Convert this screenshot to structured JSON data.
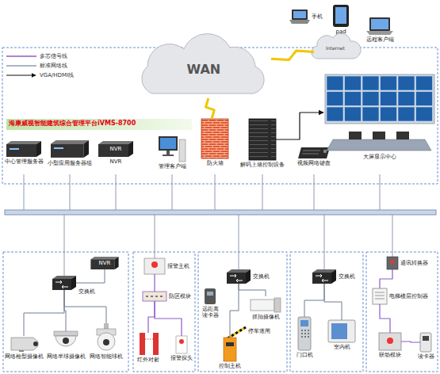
{
  "diagram": {
    "title": "海康威视智能建筑综合管理平台iVMS-8700",
    "nodes": [
      {
        "text": [
          "手机"
        ]
      },
      {
        "text": [
          "pad"
        ]
      },
      {
        "text": [
          "Internet"
        ]
      },
      {
        "text": [
          "远程客户端"
        ]
      },
      {
        "text": [
          "WAN"
        ]
      },
      {
        "text": [
          "中心管理服务器"
        ]
      },
      {
        "text": [
          "小型应用服务器组"
        ]
      },
      {
        "text": [
          "NVR",
          "NVR"
        ]
      },
      {
        "text": [
          "管理客户端"
        ]
      },
      {
        "text": [
          "防火墙"
        ]
      },
      {
        "text": [
          "解码上墙控制设备"
        ]
      },
      {
        "text": [
          "视频网络键盘"
        ]
      },
      {
        "text": [
          "大屏显示中心"
        ]
      },
      {
        "text": [
          "NVR"
        ]
      },
      {
        "text": [
          "交换机"
        ]
      },
      {
        "text": [
          "网络枪型摄像机"
        ]
      },
      {
        "text": [
          "网络半球摄像机"
        ]
      },
      {
        "text": [
          "网络智能球机"
        ]
      },
      {
        "text": [
          "报警主机"
        ]
      },
      {
        "text": [
          "防区模块"
        ]
      },
      {
        "text": [
          "红外对射"
        ]
      },
      {
        "text": [
          "报警探头"
        ]
      },
      {
        "text": [
          "交换机"
        ]
      },
      {
        "text": [
          "远距离读卡器"
        ]
      },
      {
        "text": [
          "抓拍摄像机"
        ]
      },
      {
        "text": [
          "停车道闸"
        ]
      },
      {
        "text": [
          "控制主机"
        ]
      },
      {
        "text": [
          "交换机"
        ]
      },
      {
        "text": [
          "门口机"
        ]
      },
      {
        "text": [
          "室内机"
        ]
      },
      {
        "text": [
          "通讯转换器"
        ]
      },
      {
        "text": [
          "电梯楼层控制器"
        ]
      },
      {
        "text": [
          "联动模块"
        ]
      },
      {
        "text": [
          "读卡器"
        ]
      }
    ],
    "edges": [
      {
        "from": 2,
        "to": 4,
        "arrow": "none"
      },
      {
        "from": 4,
        "to": 9,
        "arrow": "none"
      },
      {
        "from": 10,
        "to": 12,
        "arrow": "to"
      },
      {
        "from": 14,
        "to": 13,
        "arrow": "none"
      },
      {
        "from": 14,
        "to": 15,
        "arrow": "none"
      },
      {
        "from": 14,
        "to": 16,
        "arrow": "none"
      },
      {
        "from": 14,
        "to": 17,
        "arrow": "none"
      },
      {
        "from": 18,
        "to": 19,
        "arrow": "none"
      },
      {
        "from": 19,
        "to": 20,
        "arrow": "none"
      },
      {
        "from": 19,
        "to": 21,
        "arrow": "none"
      },
      {
        "from": 22,
        "to": 24,
        "arrow": "none"
      },
      {
        "from": 22,
        "to": 26,
        "arrow": "none"
      },
      {
        "from": 27,
        "to": 28,
        "arrow": "none"
      },
      {
        "from": 27,
        "to": 29,
        "arrow": "none"
      },
      {
        "from": 30,
        "to": 31,
        "arrow": "none"
      },
      {
        "from": 31,
        "to": 32,
        "arrow": "none"
      },
      {
        "from": 32,
        "to": 33,
        "arrow": "none"
      }
    ],
    "legend": [
      {
        "text": "多芯信号线"
      },
      {
        "text": "标准网络线"
      },
      {
        "text": "VGA/HDMI线"
      }
    ]
  }
}
